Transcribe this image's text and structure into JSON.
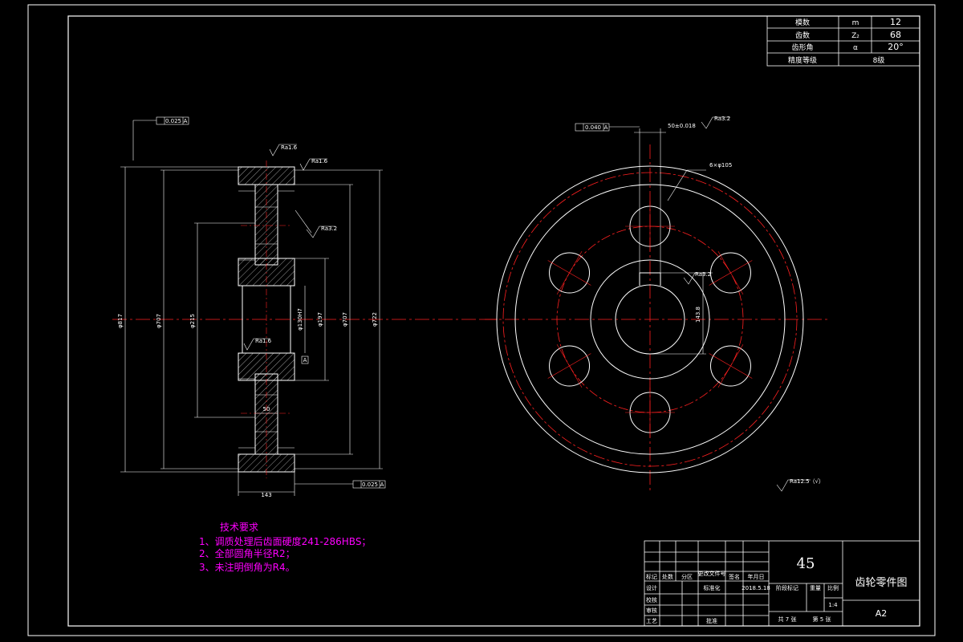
{
  "params": {
    "rows": [
      {
        "name": "模数",
        "sym": "m",
        "val": "12"
      },
      {
        "name": "齿数",
        "sym": "Z₂",
        "val": "68"
      },
      {
        "name": "齿形角",
        "sym": "α",
        "val": "20°"
      }
    ],
    "grade_label": "精度等级",
    "grade_value": "8级"
  },
  "front_view": {
    "tol_top": "0.025",
    "tol_bottom": "0.025",
    "datum": "A",
    "rough_1": "Ra1.6",
    "rough_2": "Ra1.6",
    "rough_3": "Ra3.2",
    "rough_4": "Ra1.6",
    "dim_outer": "φ817",
    "dim_mid": "φ707",
    "dim_hub": "φ215",
    "dim_bore": "φ130H7",
    "dim_bore2": "φ197",
    "dim_rim": "φ707",
    "dim_rim2": "φ722",
    "width": "143",
    "web": "50"
  },
  "side_view": {
    "sym_tol": "0.040",
    "datum": "A",
    "keyway": "50±0.018",
    "rough_top": "Ra3.2",
    "holes": "6×φ105",
    "rough_hub": "Ra3.2",
    "bore_depth": "143.8",
    "rough_rest": "Ra12.5（√）"
  },
  "tech": {
    "title": "技术要求",
    "items": [
      "1、调质处理后齿面硬度241-286HBS；",
      "2、全部圆角半径R2；",
      "3、未注明倒角为R4。"
    ]
  },
  "title_block": {
    "material": "45",
    "drawing_name": "齿轮零件图",
    "sheet_size": "A2",
    "header": [
      "标记",
      "处数",
      "分区",
      "更改文件号",
      "签名",
      "年月日"
    ],
    "roles": [
      "设计",
      "校核",
      "审核",
      "工艺"
    ],
    "std_label": "标准化",
    "approve_label": "批准",
    "date": "2018.5.18",
    "stage": "阶段标记",
    "weight": "重量",
    "scale_label": "比例",
    "scale": "1:4",
    "sheets": "共 7 张",
    "sheet_no": "第 5 张"
  }
}
